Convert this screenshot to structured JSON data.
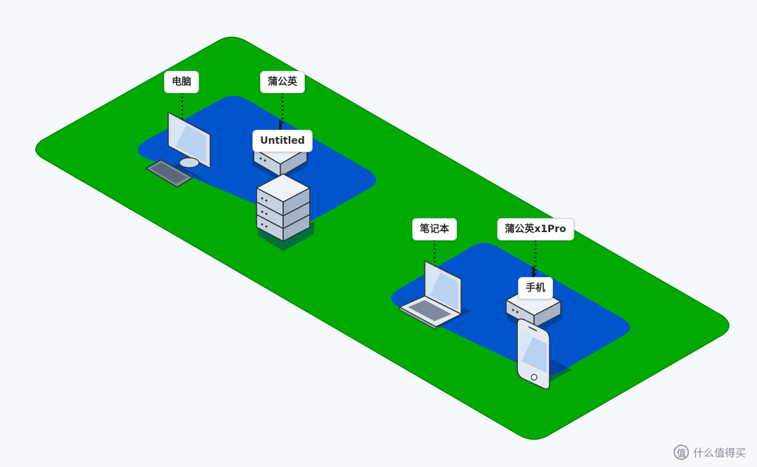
{
  "colors": {
    "background": "#f5f8fc",
    "outer_zone": "#00aa00",
    "inner_zone": "#0055cc"
  },
  "nodes": {
    "pc": "电脑",
    "pugongying": "蒲公英",
    "untitled": "Untitled",
    "laptop": "笔记本",
    "pugongying_x1pro": "蒲公英x1Pro",
    "phone": "手机"
  },
  "watermark": {
    "icon": "值",
    "text": "什么值得买"
  }
}
